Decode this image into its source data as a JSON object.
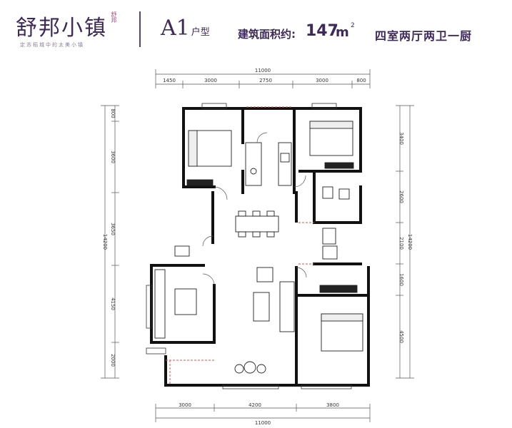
{
  "header": {
    "logo": "舒邦小镇",
    "logo_tag": "舒邦",
    "logo_subtitle": "定苏稻城中的太美小镇",
    "model_code": "A1",
    "model_label": "户型",
    "area_label": "建筑面积约:",
    "area_value": "147",
    "area_unit": "m",
    "area_unit_sup": "2",
    "layout_desc": "四室两厅两卫一厨"
  },
  "dimensions": {
    "top_total": "11000",
    "top_segments": [
      "1450",
      "3000",
      "2750",
      "3000",
      "800"
    ],
    "bottom_total": "11000",
    "bottom_segments": [
      "3000",
      "4200",
      "3800"
    ],
    "left_total": "14200",
    "left_segments": [
      "800",
      "3600",
      "3650",
      "4150",
      "2000"
    ],
    "right_total": "14200",
    "right_segments": [
      "3400",
      "2600",
      "2100",
      "1600",
      "4500"
    ]
  },
  "colors": {
    "wall": "#111111",
    "brand": "#3e2a5a",
    "accent": "#b0447a",
    "opening": "#d9534f"
  }
}
